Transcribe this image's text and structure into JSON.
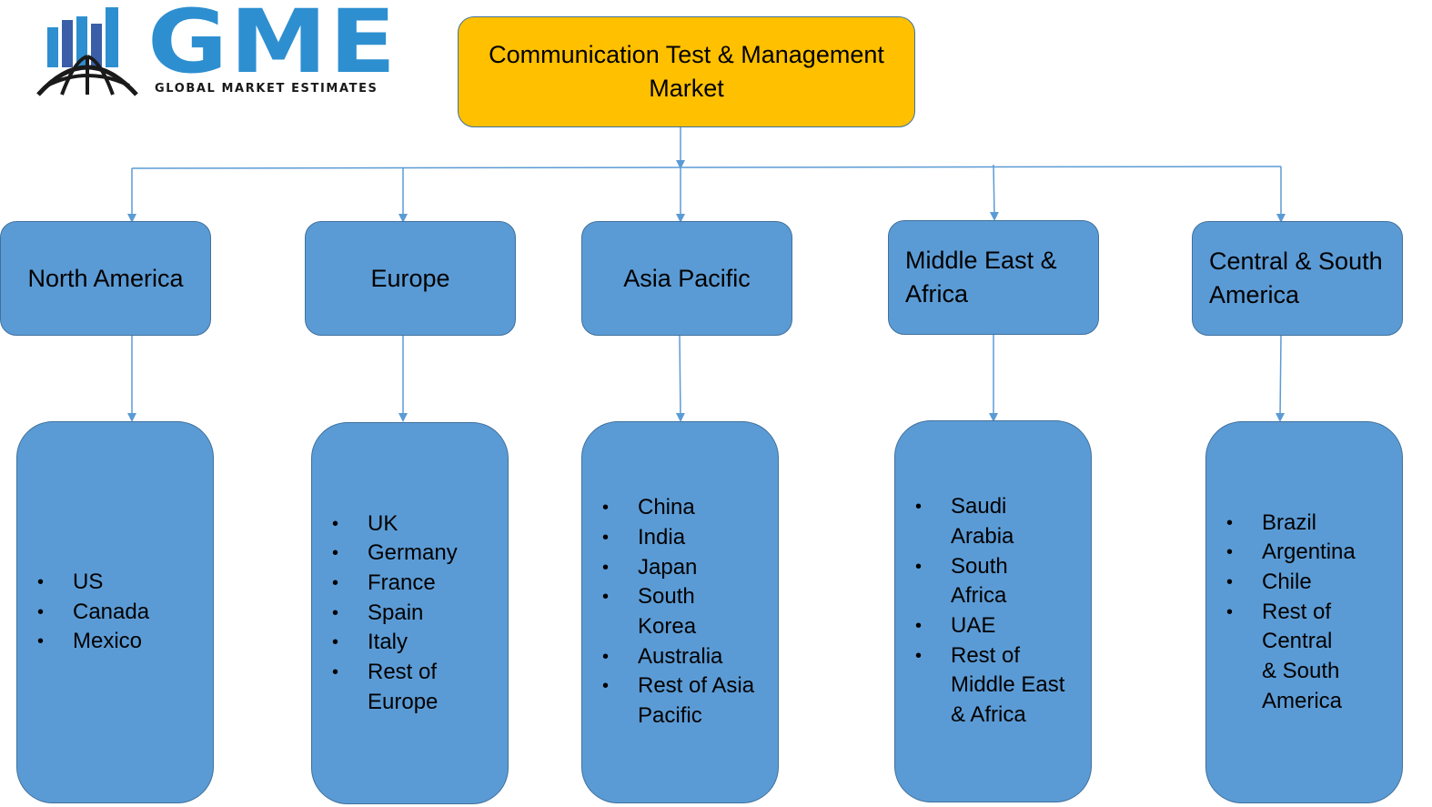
{
  "logo": {
    "letters": "GME",
    "tagline": "GLOBAL MARKET ESTIMATES",
    "color": "#2d8fd0"
  },
  "root": {
    "title": "Communication Test & Management Market",
    "color": "#ffc000"
  },
  "regions": [
    {
      "label": "North America",
      "countries": [
        "US",
        "Canada",
        "Mexico"
      ]
    },
    {
      "label": "Europe",
      "countries": [
        "UK",
        "Germany",
        "France",
        "Spain",
        "Italy",
        "Rest of Europe"
      ]
    },
    {
      "label": "Asia Pacific",
      "countries": [
        "China",
        "India",
        "Japan",
        "South Korea",
        "Australia",
        "Rest of Asia Pacific"
      ]
    },
    {
      "label": "Middle East & Africa",
      "countries": [
        "Saudi Arabia",
        "South Africa",
        "UAE",
        "Rest of Middle East & Africa"
      ]
    },
    {
      "label": "Central & South America",
      "countries": [
        "Brazil",
        "Argentina",
        "Chile",
        "Rest of Central & South America"
      ]
    }
  ],
  "colors": {
    "box_fill": "#5b9bd5",
    "box_border": "#41719c",
    "connector": "#5b9bd5"
  }
}
